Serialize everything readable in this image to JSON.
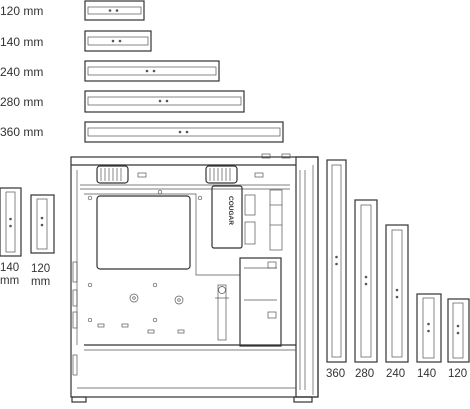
{
  "top_radiators": [
    {
      "label": "120 mm"
    },
    {
      "label": "140 mm"
    },
    {
      "label": "240 mm"
    },
    {
      "label": "280 mm"
    },
    {
      "label": "360 mm"
    }
  ],
  "rear_radiators": [
    {
      "label_line1": "140",
      "label_line2": "mm"
    },
    {
      "label_line1": "120",
      "label_line2": "mm"
    }
  ],
  "front_radiators": [
    {
      "label": "360"
    },
    {
      "label": "280"
    },
    {
      "label": "240"
    },
    {
      "label": "140"
    },
    {
      "label": "120"
    }
  ],
  "case": {
    "brand_text": "COUGAR"
  }
}
